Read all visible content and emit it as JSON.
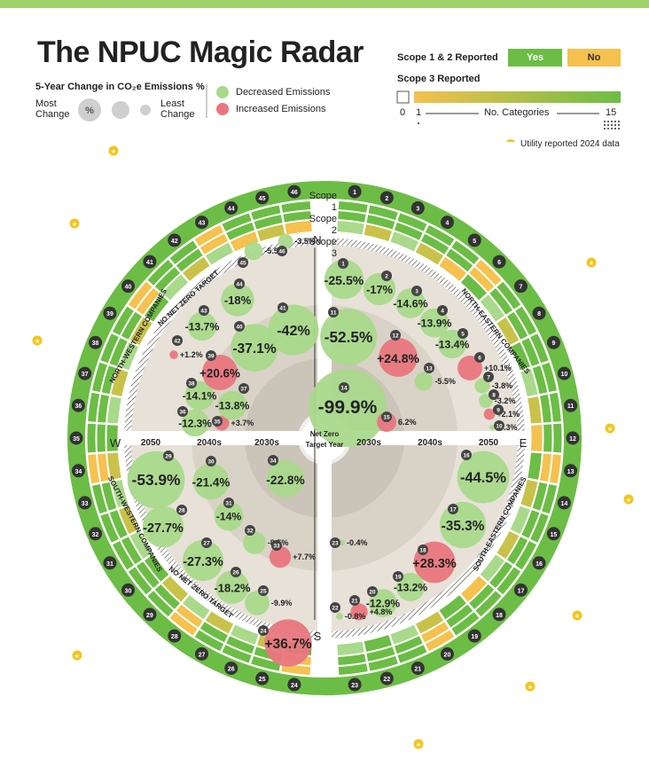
{
  "title": "The NPUC Magic Radar",
  "colors": {
    "green": "#6cbd45",
    "lightgreen": "#a9d98b",
    "yellow": "#f5c14f",
    "red": "#e9767e",
    "beige": "#e7e1d8",
    "gray": "#cfcfcf",
    "olive": "#c9c24a",
    "bar": "#9fd36b"
  },
  "legend": {
    "size_title": "5-Year Change in CO₂e Emissions %",
    "most": "Most",
    "change": "Change",
    "least": "Least",
    "least_change": "Change",
    "pct": "%",
    "decreased": "Decreased Emissions",
    "increased": "Increased Emissions",
    "scope12": "Scope 1 & 2 Reported",
    "yes": "Yes",
    "no": "No",
    "scope3": "Scope 3 Reported",
    "zero": "0",
    "one": "1",
    "ncat": "No. Categories",
    "fifteen": "15",
    "utility": "Utility reported 2024 data"
  },
  "scope_labels": [
    "Scope 1",
    "Scope 2",
    "Scope 3"
  ],
  "compass": {
    "n": "N",
    "s": "S",
    "e": "E",
    "w": "W"
  },
  "axis": {
    "center": "Net Zero Target Year",
    "left": [
      "2050",
      "2040s",
      "2030s"
    ],
    "right": [
      "2030s",
      "2040s",
      "2050"
    ]
  },
  "regions": {
    "ne": "NORTH-EASTERN COMPANIES",
    "se": "SOUTH-EASTERN COMPANIES",
    "sw": "SOUTH-WESTERN COMPANIES",
    "nw": "NORTH-WESTERN COMPANIES",
    "nz1": "NO NET ZERO TARGET",
    "nz2": "NO NET ZERO TARGET"
  },
  "bubbles": [
    {
      "id": "1",
      "label": "-25.5%",
      "value": -25.5
    },
    {
      "id": "2",
      "label": "-17%",
      "value": -17
    },
    {
      "id": "3",
      "label": "-14.6%",
      "value": -14.6
    },
    {
      "id": "4",
      "label": "-13.9%",
      "value": -13.9
    },
    {
      "id": "5",
      "label": "-13.4%",
      "value": -13.4
    },
    {
      "id": "6",
      "label": "+10.1%",
      "value": 10.1
    },
    {
      "id": "7",
      "label": "-3.8%",
      "value": -3.8
    },
    {
      "id": "8",
      "label": "-3.2%",
      "value": -3.2
    },
    {
      "id": "9",
      "label": "+2.1%",
      "value": 2.1
    },
    {
      "id": "10",
      "label": "-0.3%",
      "value": -0.3
    },
    {
      "id": "11",
      "label": "-52.5%",
      "value": -52.5
    },
    {
      "id": "12",
      "label": "+24.8%",
      "value": 24.8
    },
    {
      "id": "13",
      "label": "-5.5%",
      "value": -5.5
    },
    {
      "id": "14",
      "label": "-99.9%",
      "value": -99.9
    },
    {
      "id": "15",
      "label": "6.2%",
      "value": 6.2
    },
    {
      "id": "16",
      "label": "-44.5%",
      "value": -44.5
    },
    {
      "id": "17",
      "label": "-35.3%",
      "value": -35.3
    },
    {
      "id": "18",
      "label": "+28.3%",
      "value": 28.3
    },
    {
      "id": "19",
      "label": "-13.2%",
      "value": -13.2
    },
    {
      "id": "20",
      "label": "-12.9%",
      "value": -12.9
    },
    {
      "id": "21",
      "label": "+4.8%",
      "value": 4.8
    },
    {
      "id": "22",
      "label": "-0.8%",
      "value": -0.8
    },
    {
      "id": "23",
      "label": "-0.4%",
      "value": -0.4
    },
    {
      "id": "24",
      "label": "+36.7%",
      "value": 36.7
    },
    {
      "id": "25",
      "label": "-9.9%",
      "value": -9.9
    },
    {
      "id": "26",
      "label": "-18.2%",
      "value": -18.2
    },
    {
      "id": "27",
      "label": "-27.3%",
      "value": -27.3
    },
    {
      "id": "28",
      "label": "-27.7%",
      "value": -27.7
    },
    {
      "id": "29",
      "label": "-53.9%",
      "value": -53.9
    },
    {
      "id": "30",
      "label": "-21.4%",
      "value": -21.4
    },
    {
      "id": "31",
      "label": "-14%",
      "value": -14
    },
    {
      "id": "32",
      "label": "-8.5%",
      "value": -8.5
    },
    {
      "id": "33",
      "label": "+7.7%",
      "value": 7.7
    },
    {
      "id": "34",
      "label": "-22.8%",
      "value": -22.8
    },
    {
      "id": "35",
      "label": "+3.7%",
      "value": 3.7
    },
    {
      "id": "36",
      "label": "-12.3%",
      "value": -12.3
    },
    {
      "id": "37",
      "label": "-13.8%",
      "value": -13.8
    },
    {
      "id": "38",
      "label": "-14.1%",
      "value": -14.1
    },
    {
      "id": "39",
      "label": "+20.6%",
      "value": 20.6
    },
    {
      "id": "40",
      "label": "-37.1%",
      "value": -37.1
    },
    {
      "id": "41",
      "label": "-42%",
      "value": -42
    },
    {
      "id": "42",
      "label": "+1.2%",
      "value": 1.2
    },
    {
      "id": "43",
      "label": "-13.7%",
      "value": -13.7
    },
    {
      "id": "44",
      "label": "-18%",
      "value": -18
    },
    {
      "id": "45",
      "label": "-5.5%",
      "value": -5.5
    },
    {
      "id": "46",
      "label": "-3.5%",
      "value": -3.5
    }
  ]
}
